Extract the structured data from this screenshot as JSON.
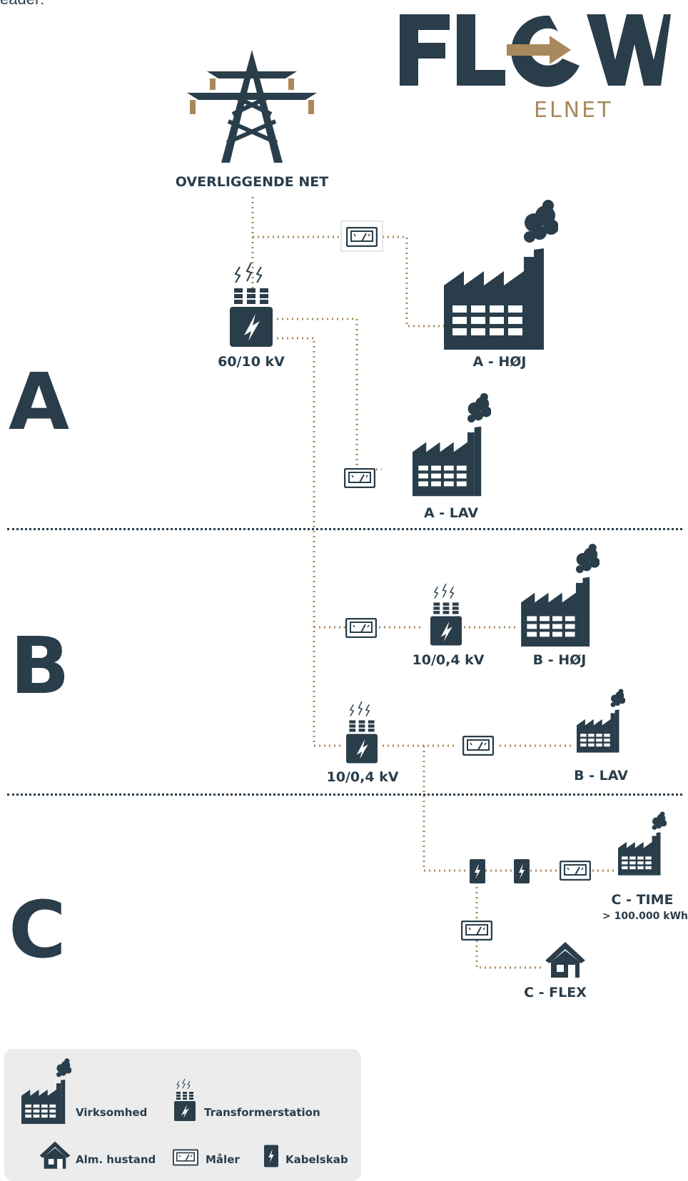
{
  "header": {
    "cutoff_text": "eader:"
  },
  "logo": {
    "word": "FLOW",
    "sub": "ELNET",
    "colors": {
      "dark": "#2a3d4a",
      "gold": "#a8885c"
    }
  },
  "nodes": {
    "overliggende_net": "OVERLIGGENDE NET",
    "transformer_60_10": "60/10 kV",
    "a_hoj": "A - HØJ",
    "a_lav": "A - LAV",
    "transformer_b": "10/0,4 kV",
    "b_hoj": "B - HØJ",
    "transformer_b_lav": "10/0,4 kV",
    "b_lav": "B - LAV",
    "c_time": "C - TIME",
    "c_time_note": "> 100.000 kWh",
    "c_flex": "C -  FLEX"
  },
  "zones": {
    "a": "A",
    "b": "B",
    "c": "C"
  },
  "legend": {
    "virksomhed": "Virksomhed",
    "transformerstation": "Transformerstation",
    "alm_hustand": "Alm. hustand",
    "maaler": "Måler",
    "kabelskab": "Kabelskab"
  },
  "icons": [
    "pylon-icon",
    "factory-icon",
    "transformer-icon",
    "meter-icon",
    "cable-cabinet-icon",
    "house-icon"
  ],
  "colors": {
    "ink": "#2a3d4a",
    "wire": "#a8885c",
    "legend_bg": "#ececed"
  }
}
